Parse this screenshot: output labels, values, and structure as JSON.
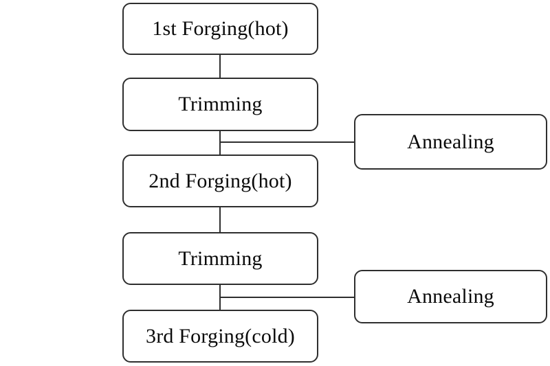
{
  "diagram": {
    "type": "flowchart",
    "background_color": "#ffffff",
    "line_color": "#2e2e2e",
    "text_color": "#0a0a0a",
    "nodes": [
      {
        "id": "forging-1",
        "label": "1st Forging(hot)",
        "column": "main"
      },
      {
        "id": "trimming-1",
        "label": "Trimming",
        "column": "main"
      },
      {
        "id": "forging-2",
        "label": "2nd Forging(hot)",
        "column": "main"
      },
      {
        "id": "trimming-2",
        "label": "Trimming",
        "column": "main"
      },
      {
        "id": "forging-3",
        "label": "3rd Forging(cold)",
        "column": "main"
      },
      {
        "id": "annealing-1",
        "label": "Annealing",
        "column": "side"
      },
      {
        "id": "annealing-2",
        "label": "Annealing",
        "column": "side"
      }
    ],
    "edges": [
      {
        "from": "forging-1",
        "to": "trimming-1",
        "type": "flow"
      },
      {
        "from": "trimming-1",
        "to": "forging-2",
        "type": "flow"
      },
      {
        "from": "trimming-1",
        "to": "annealing-1",
        "type": "branch"
      },
      {
        "from": "forging-2",
        "to": "trimming-2",
        "type": "flow"
      },
      {
        "from": "trimming-2",
        "to": "forging-3",
        "type": "flow"
      },
      {
        "from": "trimming-2",
        "to": "annealing-2",
        "type": "branch"
      }
    ]
  }
}
